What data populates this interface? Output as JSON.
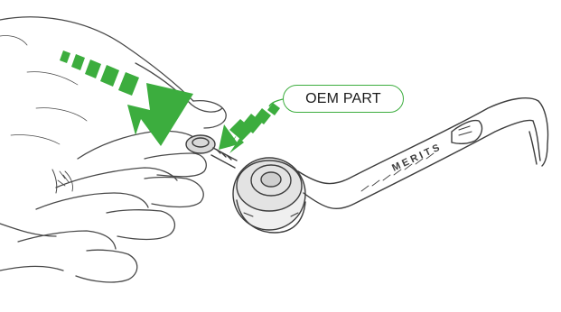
{
  "callout": {
    "label": "OEM PART"
  },
  "lever_marking": {
    "text": "MERITS"
  },
  "colors": {
    "arrow": "#3cad3e",
    "sketch_line": "#4a4a4a",
    "callout_border": "#3cad3e",
    "background": "#ffffff"
  },
  "icons": {
    "big_arrow": "arrow-down-right-dashed",
    "small_arrow": "arrow-down-left-dashed"
  }
}
